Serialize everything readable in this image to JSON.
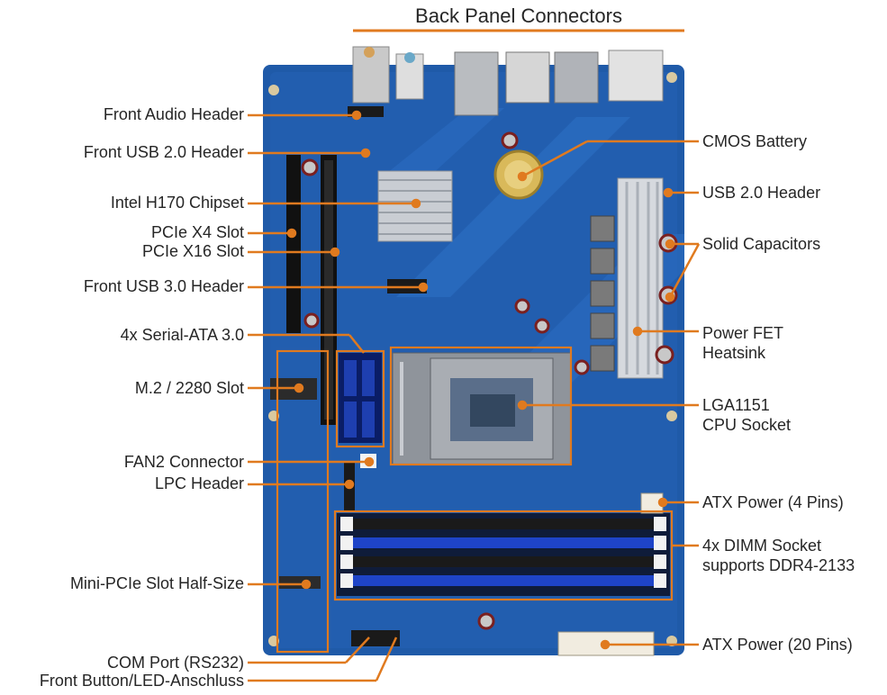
{
  "title": "Back Panel Connectors",
  "colors": {
    "board": "#1f5aa8",
    "board_dark": "#173f7a",
    "accent": "#e07a1f",
    "text": "#262626",
    "dimm_slot": "#1e44c8",
    "heatsink": "#c8ccd2"
  },
  "left_labels": [
    {
      "text": "Front Audio Header"
    },
    {
      "text": "Front USB 2.0 Header"
    },
    {
      "text": "Intel H170 Chipset"
    },
    {
      "text": "PCIe X4 Slot"
    },
    {
      "text": "PCIe X16 Slot"
    },
    {
      "text": "Front USB 3.0 Header"
    },
    {
      "text": "4x Serial-ATA 3.0"
    },
    {
      "text": "M.2 / 2280 Slot"
    },
    {
      "text": "FAN2 Connector"
    },
    {
      "text": "LPC Header"
    },
    {
      "text": "Mini-PCIe Slot Half-Size"
    },
    {
      "text": "COM Port (RS232)"
    },
    {
      "text": "Front Button/LED-Anschluss"
    }
  ],
  "right_labels": [
    {
      "lines": [
        "CMOS Battery"
      ]
    },
    {
      "lines": [
        "USB 2.0 Header"
      ]
    },
    {
      "lines": [
        "Solid Capacitors"
      ]
    },
    {
      "lines": [
        "Power FET",
        "Heatsink"
      ]
    },
    {
      "lines": [
        "LGA1151",
        "CPU Socket"
      ]
    },
    {
      "lines": [
        "ATX Power (4 Pins)"
      ]
    },
    {
      "lines": [
        "4x DIMM Socket",
        "supports DDR4-2133"
      ]
    },
    {
      "lines": [
        "ATX Power (20 Pins)"
      ]
    }
  ]
}
